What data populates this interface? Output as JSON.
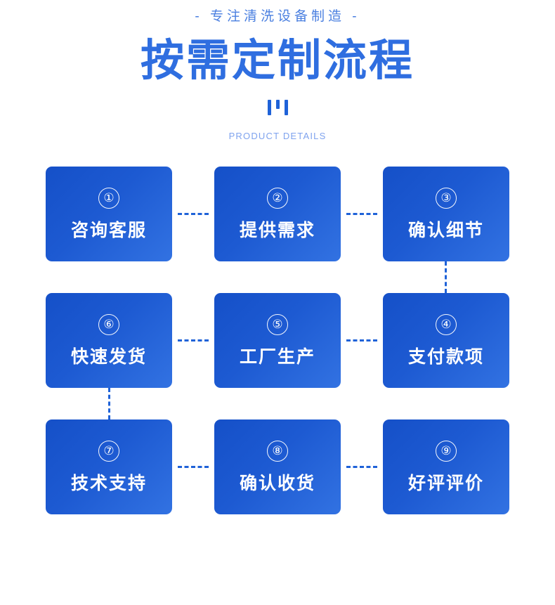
{
  "header": {
    "tagline": "- 专注清洗设备制造 -",
    "title": "按需定制流程",
    "subtitle": "PRODUCT DETAILS"
  },
  "colors": {
    "title_blue": "#2f6ee0",
    "tagline_blue": "#4a7fe0",
    "subtitle_blue": "#7fa3ee",
    "card_gradient_start": "#1550c8",
    "card_gradient_end": "#3272e2",
    "connector_blue": "#1f62d8",
    "background": "#ffffff"
  },
  "flow": {
    "rows": [
      {
        "cards": [
          {
            "number": "①",
            "label": "咨询客服"
          },
          {
            "number": "②",
            "label": "提供需求"
          },
          {
            "number": "③",
            "label": "确认细节"
          }
        ]
      },
      {
        "cards": [
          {
            "number": "⑥",
            "label": "快速发货"
          },
          {
            "number": "⑤",
            "label": "工厂生产"
          },
          {
            "number": "④",
            "label": "支付款项"
          }
        ]
      },
      {
        "cards": [
          {
            "number": "⑦",
            "label": "技术支持"
          },
          {
            "number": "⑧",
            "label": "确认收货"
          },
          {
            "number": "⑨",
            "label": "好评评价"
          }
        ]
      }
    ]
  }
}
